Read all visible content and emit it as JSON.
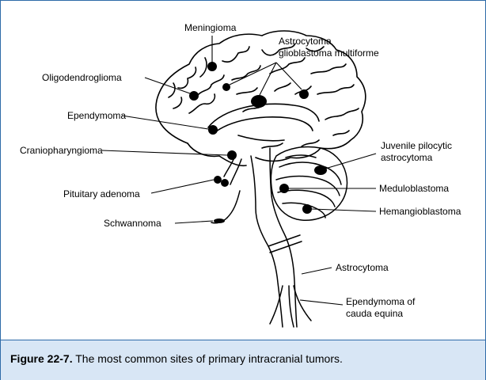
{
  "diagram": {
    "labels": {
      "meningioma": "Meningioma",
      "astrocytoma_gbm_line1": "Astrocytoma",
      "astrocytoma_gbm_line2": "glioblastoma multiforme",
      "oligodendroglioma": "Oligodendroglioma",
      "ependymoma": "Ependymoma",
      "craniopharyngioma": "Craniopharyngioma",
      "pituitary_adenoma": "Pituitary adenoma",
      "schwannoma": "Schwannoma",
      "juvenile_line1": "Juvenile pilocytic",
      "juvenile_line2": "astrocytoma",
      "medulloblastoma": "Meduloblastoma",
      "hemangioblastoma": "Hemangioblastoma",
      "spinal_astrocytoma": "Astrocytoma",
      "cauda_line1": "Ependymoma of",
      "cauda_line2": "cauda equina"
    }
  },
  "caption": {
    "label": "Figure 22-7.",
    "text": " The most common sites of primary intracranial tumors."
  },
  "colors": {
    "frame_border": "#2e6aa8",
    "caption_background": "#d8e6f5",
    "ink": "#000000"
  }
}
